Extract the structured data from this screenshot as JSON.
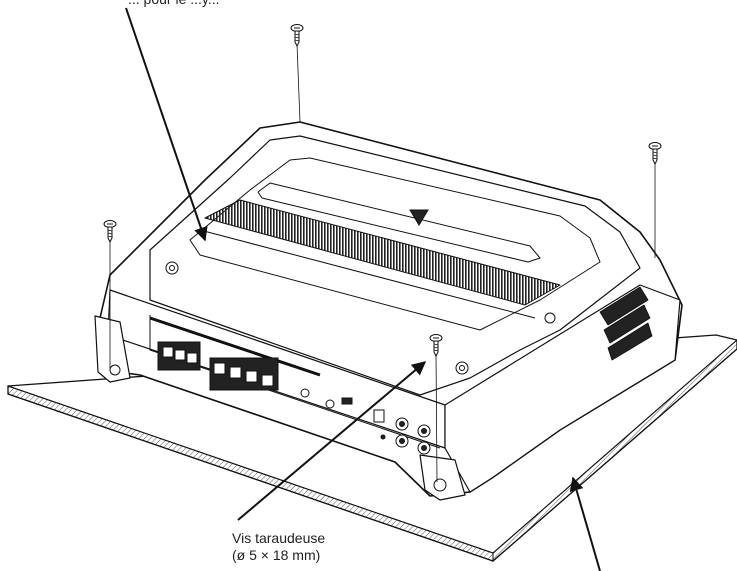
{
  "callouts": {
    "top_partial": "... pour le ...y...",
    "screw_line1": "Vis taraudeuse",
    "screw_line2": "(ø 5 × 18 mm)"
  },
  "colors": {
    "line": "#111111",
    "fill": "#ffffff",
    "board_hatch": "#555555",
    "heatsink": "#222222"
  },
  "icons": {
    "screw": "self-tapping-screw-icon",
    "logo": "triangle-logo-icon"
  }
}
